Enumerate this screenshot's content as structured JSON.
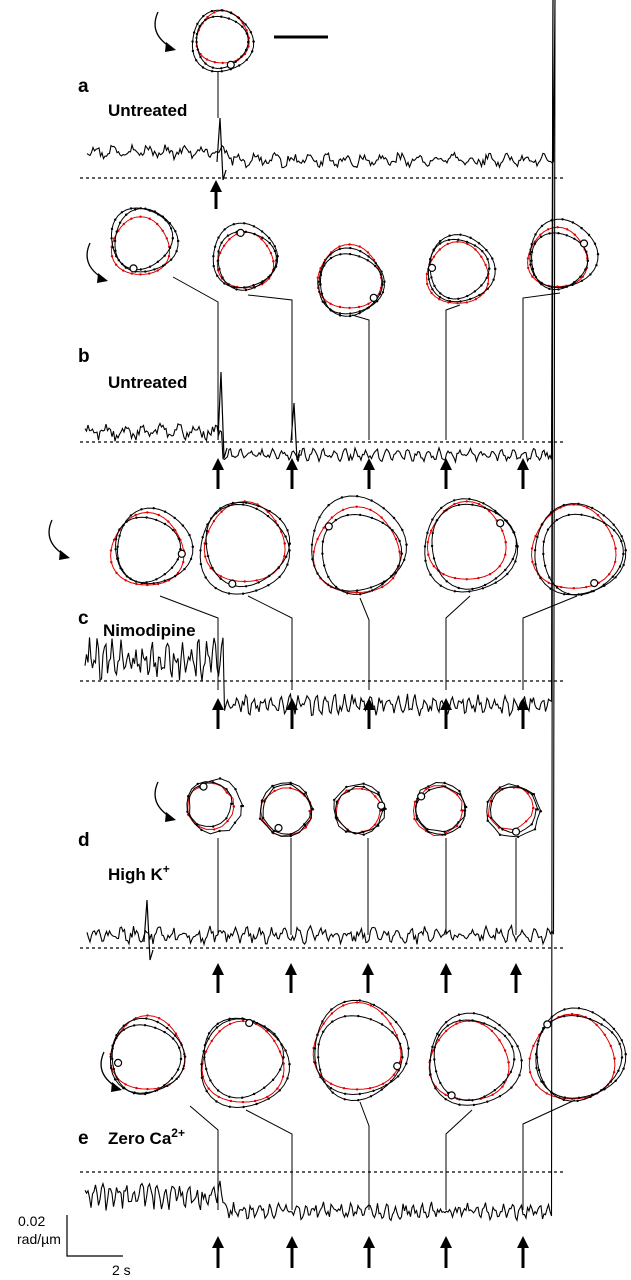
{
  "panels": [
    {
      "id": "a",
      "letter": "a",
      "condition": "Untreated",
      "sup": "",
      "arrows": 1
    },
    {
      "id": "b",
      "letter": "b",
      "condition": "Untreated",
      "sup": "",
      "arrows": 5
    },
    {
      "id": "c",
      "letter": "c",
      "condition": "Nimodipine",
      "sup": "",
      "arrows": 5
    },
    {
      "id": "d",
      "letter": "d",
      "condition": "High K",
      "sup": "+",
      "arrows": 5
    },
    {
      "id": "e",
      "letter": "e",
      "condition": "Zero Ca",
      "sup": "2+",
      "arrows": 5
    }
  ],
  "scalebar": {
    "y_value": "0.02",
    "y_unit": "rad/µm",
    "x_label": "2 s"
  },
  "colors": {
    "trace": "#000000",
    "orbit_black": "#000000",
    "orbit_red": "#e00000"
  }
}
